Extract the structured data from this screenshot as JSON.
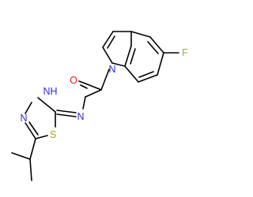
{
  "colors": {
    "bond": "#000000",
    "nitrogen": "#2c2cd9",
    "oxygen": "#e0241b",
    "sulfur": "#b7a316",
    "fluorine": "#8ab63a"
  },
  "atoms": {
    "fluorine": "F",
    "oxygen": "O",
    "indole_nitrogen": "N",
    "imine_nitrogen": "N",
    "ring_nitrogen_nh": "N",
    "ring_nh_hydrogen": "H",
    "ring_nitrogen_4": "N",
    "sulfur": "S"
  }
}
